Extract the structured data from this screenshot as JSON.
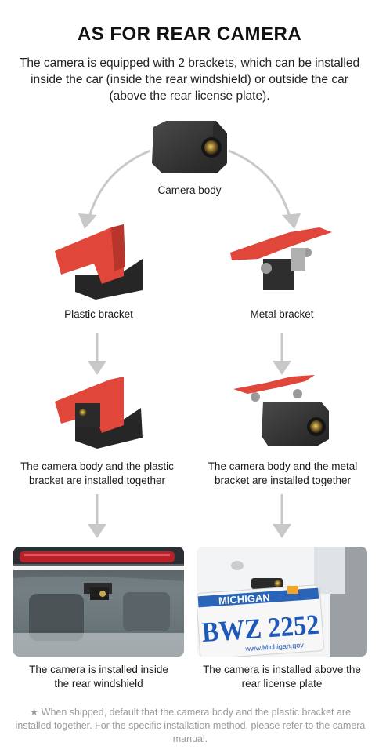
{
  "header": {
    "title": "AS FOR REAR CAMERA",
    "subtitle": "The camera is equipped with 2 brackets, which can be installed inside the car (inside the rear windshield) or outside the car (above the rear license plate)."
  },
  "labels": {
    "camera_body": "Camera body",
    "plastic_bracket": "Plastic bracket",
    "metal_bracket": "Metal bracket",
    "plastic_assembled": "The camera body and the plastic bracket are installed together",
    "metal_assembled": "The camera body and the metal bracket are installed together",
    "installed_inside": "The camera is installed inside the rear windshield",
    "installed_above": "The camera is installed above the rear license plate"
  },
  "plate": {
    "state": "MICHIGAN",
    "number": "BWZ 2252",
    "site": "www.Michigan.gov"
  },
  "footnote": "★ When shipped, default that the camera body and the plastic bracket are installed together. For the specific installation method, please refer to the camera manual.",
  "colors": {
    "accent_red": "#e0463a",
    "arrow_gray": "#c8c8c8",
    "camera_body": "#3a3a3a"
  }
}
